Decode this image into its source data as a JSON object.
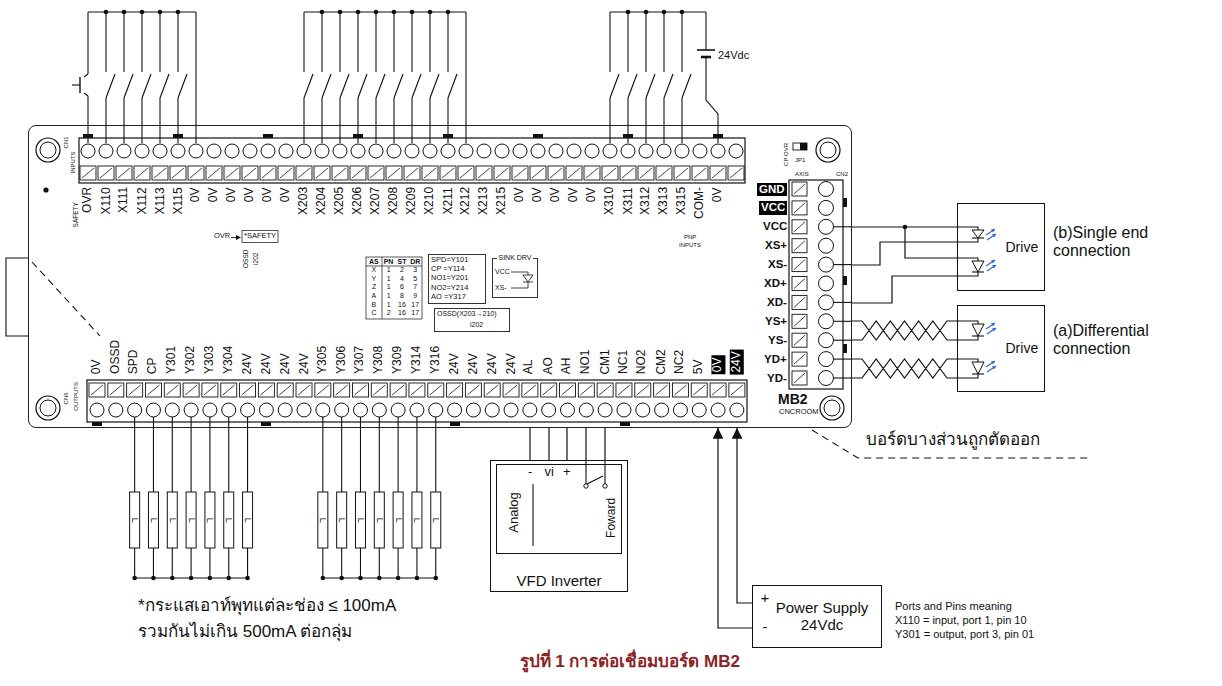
{
  "diagram": {
    "caption": "รูปที่ 1 การต่อเชื่อมบอร์ด MB2",
    "nodes": [
      {
        "text": [
          "MB2",
          "CNCROOM"
        ]
      },
      {
        "text": [
          "SPD=Y101",
          "CP =Y114",
          "NO1=Y201",
          "NO2=Y214",
          "AO =Y317"
        ],
        "in": 0
      },
      {
        "text": [
          "SINK DRV",
          "VCC",
          "XS-"
        ],
        "in": 0
      },
      {
        "text": [
          "OSSD(X203→210)",
          "i202"
        ],
        "in": 0
      },
      {
        "text": [
          "Drive"
        ]
      },
      {
        "text": [
          "Drive"
        ]
      },
      {
        "text": [
          "VFD Inverter"
        ]
      },
      {
        "text": [
          "-",
          "vi",
          "+",
          "Analog",
          "Foward"
        ],
        "in": 6
      },
      {
        "text": [
          "+",
          "-",
          "Power Supply 24Vdc"
        ]
      }
    ],
    "edges": [
      {
        "from": 0,
        "to": 4,
        "arrow": "none"
      },
      {
        "from": 0,
        "to": 4,
        "arrow": "none"
      },
      {
        "from": 0,
        "to": 4,
        "arrow": "none"
      },
      {
        "from": 0,
        "to": 5,
        "arrow": "none"
      },
      {
        "from": 0,
        "to": 5,
        "arrow": "none"
      },
      {
        "from": 0,
        "to": 6,
        "arrow": "none"
      },
      {
        "from": 0,
        "to": 6,
        "arrow": "none"
      },
      {
        "from": 0,
        "to": 6,
        "arrow": "none"
      },
      {
        "from": 0,
        "to": 6,
        "arrow": "none"
      },
      {
        "from": 0,
        "to": 6,
        "arrow": "none"
      },
      {
        "from": 8,
        "to": 0,
        "arrow": "to"
      },
      {
        "from": 8,
        "to": 0,
        "arrow": "to"
      }
    ],
    "labels": [
      "OVR",
      "X110",
      "X111",
      "X112",
      "X113",
      "X115",
      "0V",
      "0V",
      "0V",
      "0V",
      "0V",
      "0V",
      "X203",
      "X204",
      "X205",
      "X206",
      "X207",
      "X208",
      "X209",
      "X210",
      "X211",
      "X212",
      "X213",
      "X215",
      "0V",
      "0V",
      "0V",
      "0V",
      "0V",
      "X310",
      "X311",
      "X312",
      "X313",
      "X315",
      "COM-",
      "0V",
      "0V",
      "OSSD",
      "SPD",
      "CP",
      "Y301",
      "Y302",
      "Y303",
      "Y304",
      "24V",
      "24V",
      "24V",
      "24V",
      "Y305",
      "Y306",
      "Y307",
      "Y308",
      "Y309",
      "Y314",
      "Y316",
      "24V",
      "24V",
      "24V",
      "24V",
      "AL",
      "AO",
      "AH",
      "NO1",
      "CM1",
      "NC1",
      "NO2",
      "CM2",
      "NC2",
      "5V",
      "0V",
      "24V",
      "GND",
      "VCC",
      "VCC",
      "XS+",
      "XS-",
      "XD+",
      "XD-",
      "YS+",
      "YS-",
      "YD+",
      "YD-",
      "AS",
      "PN",
      "ST",
      "DR",
      "X",
      "1",
      "2",
      "3",
      "Y",
      "1",
      "4",
      "5",
      "Z",
      "1",
      "6",
      "7",
      "A",
      "1",
      "8",
      "9",
      "B",
      "1",
      "16",
      "17",
      "C",
      "2",
      "16",
      "17",
      "SAFETY",
      "CN1",
      "INPUTS",
      "OVR",
      "*SAFETY",
      "OSSD",
      "i202",
      "PNP",
      "INPUTS",
      "CP OVR",
      "JP1",
      "AXIS",
      "CN2",
      "CN6",
      "OUTPUTS",
      "24Vdc",
      "(b)Single end connection",
      "(a)Differential connection",
      "บอร์ดบางส่วนถูกตัดออก",
      "*กระแสเอาท์พุทแต่ละช่อง ≤ 100mA",
      "รวมกันไม่เกิน 500mA ต่อกลุ่ม",
      "Ports and Pins meaning",
      "X110 = input, port 1, pin 10",
      "Y301 = output, port 3, pin 01",
      "L",
      "L",
      "L",
      "L",
      "L",
      "L",
      "L",
      "L",
      "L",
      "L",
      "L",
      "L",
      "L",
      "L"
    ]
  }
}
